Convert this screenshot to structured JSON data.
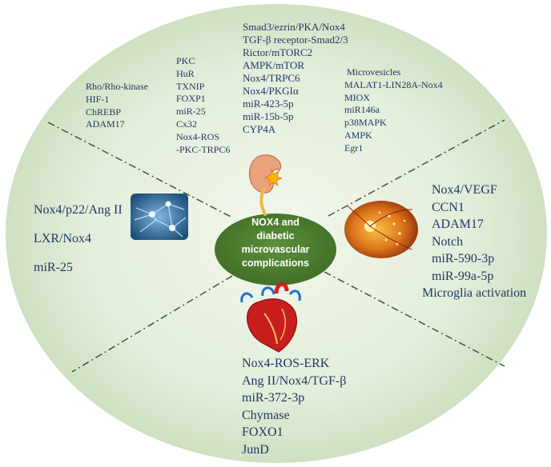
{
  "center": {
    "lines": [
      "NOX4 and",
      "diabetic",
      "microvascular",
      "complications"
    ]
  },
  "groups": {
    "top_left_small": [
      "Rho/Rho-kinase",
      "HIF-1",
      "ChREBP",
      "ADAM17"
    ],
    "top_left_mid": [
      "PKC",
      "HuR",
      "TXNIP",
      "FOXP1",
      "miR-25",
      "Cx32",
      "Nox4-ROS",
      "-PKC-TRPC6"
    ],
    "top_center": [
      "Smad3/ezrin/PKA/Nox4",
      "TGF-β receptor-Smad2/3",
      "Rictor/mTORC2",
      "AMPK/mTOR",
      "Nox4/TRPC6",
      "Nox4/PKGIα",
      "miR-423-5p",
      "miR-15b-5p",
      "CYP4A"
    ],
    "top_right": [
      "Microvesicles",
      "MALAT1-LIN28A-Nox4",
      "MIOX",
      "miR146a",
      "p38MAPK",
      "AMPK",
      "Egr1"
    ],
    "left_neuropathy": [
      "Nox4/p22/Ang II",
      "LXR/Nox4",
      "miR-25"
    ],
    "right_retinopathy": [
      "Nox4/VEGF",
      "CCN1",
      "ADAM17",
      "Notch",
      "miR-590-3p",
      "miR-99a-5p",
      "Microglia activation"
    ],
    "bottom_cardiac": [
      "Nox4-ROS-ERK",
      "Ang II/Nox4/TGF-β",
      "miR-372-3p",
      "Chymase",
      "FOXO1",
      "JunD"
    ]
  },
  "icons": {
    "kidney": "kidney-icon",
    "neuron": "neuron-icon",
    "retina": "retina-icon",
    "heart": "heart-icon"
  },
  "colors": {
    "background_ellipse": "#dce8d2",
    "center_oval": "#4a7a2e",
    "text": "#1f3864",
    "divider": "#3a4a2a"
  }
}
